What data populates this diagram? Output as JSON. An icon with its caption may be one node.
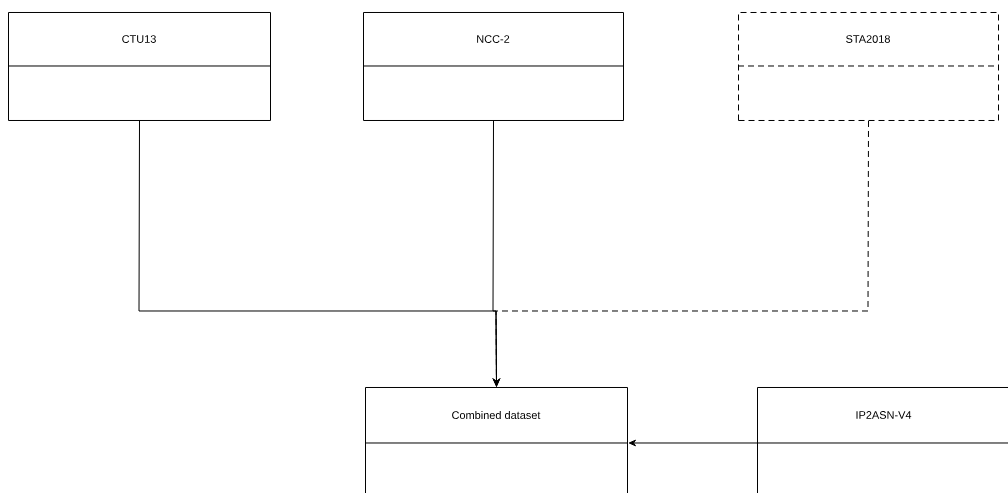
{
  "diagram": {
    "nodes": [
      {
        "text": [
          "CTU13"
        ]
      },
      {
        "text": [
          "NCC-2"
        ]
      },
      {
        "text": [
          "STA2018"
        ]
      },
      {
        "text": [
          "Combined dataset"
        ]
      },
      {
        "text": [
          "IP2ASN-V4"
        ]
      }
    ],
    "edges": [
      {
        "from": 0,
        "to": 3,
        "arrow": "to"
      },
      {
        "from": 1,
        "to": 3,
        "arrow": "to"
      },
      {
        "from": 2,
        "to": 3,
        "arrow": "to",
        "style": "dashed"
      },
      {
        "from": 4,
        "to": 3,
        "arrow": "to"
      }
    ]
  }
}
